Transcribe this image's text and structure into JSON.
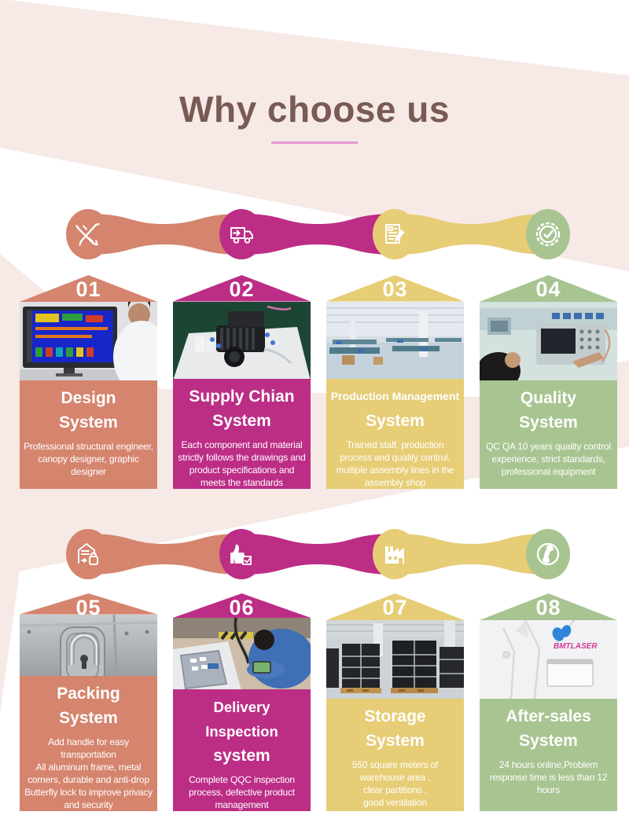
{
  "page": {
    "title": "Why choose us"
  },
  "colors": {
    "background_pink": "#f6e9e6",
    "title_brown": "#795a54",
    "underline_pink": "#e89bd3",
    "salmon": "#d5846e",
    "magenta": "#bc2d86",
    "yellow": "#e6cd76",
    "green": "#a8c491"
  },
  "rows": [
    {
      "icons": [
        {
          "name": "design-pencil-icon"
        },
        {
          "name": "delivery-truck-icon"
        },
        {
          "name": "inspection-document-icon"
        },
        {
          "name": "quality-badge-icon"
        }
      ],
      "cards": [
        {
          "number": "01",
          "title_line1": "Design",
          "title_line2": "System",
          "description": "Professional structural engineer, canopy designer, graphic designer",
          "photo": "engineer-working-on-pcb-design-screen"
        },
        {
          "number": "02",
          "title_line1": "Supply Chian",
          "title_line2": "System",
          "description": "Each component and material strictly follows the drawings and product specifications and meets the standards",
          "photo": "machine-components-on-assembly-bench"
        },
        {
          "number": "03",
          "title_line1": "Production Management",
          "title_line2": "System",
          "description": "Trained staff, production process and quality control, multiple assembly lines in the assembly shop",
          "photo": "factory-assembly-shop-floor"
        },
        {
          "number": "04",
          "title_line1": "Quality",
          "title_line2": "System",
          "description": "QC QA 10 years quality control experience, strict standards, professional equipment",
          "photo": "technician-testing-with-oscilloscope"
        }
      ]
    },
    {
      "icons": [
        {
          "name": "packing-house-icon"
        },
        {
          "name": "thumbs-up-checklist-icon"
        },
        {
          "name": "factory-icon"
        },
        {
          "name": "phone-icon"
        }
      ],
      "cards": [
        {
          "number": "05",
          "title_line1": "Packing",
          "title_line2": "System",
          "description": "Add handle for easy transportation\nAll aluminum frame, metal corners, durable and anti-drop\nButterfly lock to improve privacy and security",
          "photo": "aluminum-case-butterfly-lock"
        },
        {
          "number": "06",
          "title_line1": "Delivery Inspection",
          "title_line2": "system",
          "description": "Complete QQC inspection process, defective product management",
          "photo": "worker-inspecting-device"
        },
        {
          "number": "07",
          "title_line1": "Storage",
          "title_line2": "System",
          "description": "550 square meters of\nwarehouse area ,\nclear partitions ,\ngood ventilation",
          "photo": "warehouse-stacked-flight-cases"
        },
        {
          "number": "08",
          "title_line1": "After-sales",
          "title_line2": "System",
          "description": "24 hours online,Problem response time is less than 12 hours",
          "photo": "white-coat-with-company-logo",
          "photo_logo_text": "BMTLASER"
        }
      ]
    }
  ]
}
